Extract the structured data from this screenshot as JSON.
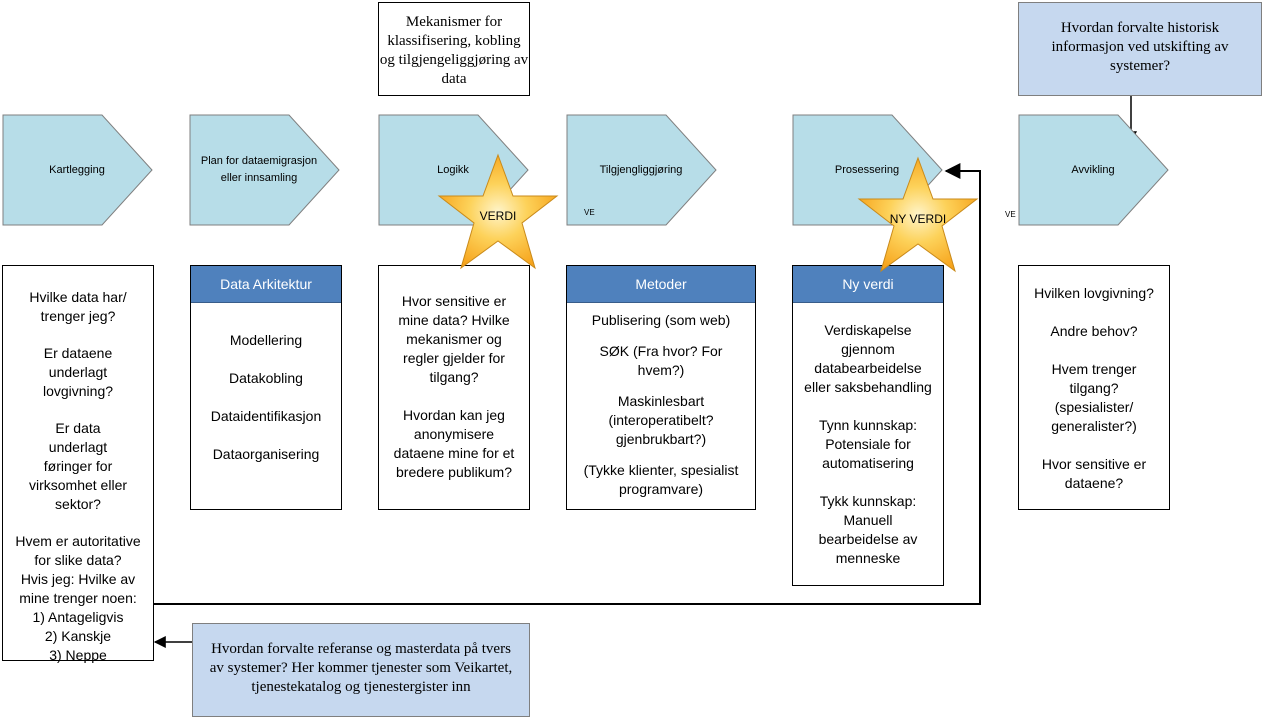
{
  "phases": [
    {
      "id": "kartlegging",
      "label": "Kartlegging",
      "tag": ""
    },
    {
      "id": "plan",
      "label": "Plan for dataemigrasjon eller innsamling",
      "tag": ""
    },
    {
      "id": "logikk",
      "label": "Logikk",
      "tag": ""
    },
    {
      "id": "tilgjengeliggjoring",
      "label": "Tilgjengliggjøring",
      "tag": "VE"
    },
    {
      "id": "prosessering",
      "label": "Prosessering",
      "tag": ""
    },
    {
      "id": "avvikling",
      "label": "Avvikling",
      "tag": ""
    }
  ],
  "stray_tag": "VE",
  "stars": {
    "verdi": "VERDI",
    "ny_verdi": "NY VERDI"
  },
  "top_notes": {
    "mekanismer": "Mekanismer for klassifisering, kobling og tilgjengeliggjøring av data",
    "historisk": "Hvordan forvalte historisk informasjon ved utskifting av systemer?"
  },
  "bottom_note": "Hvordan forvalte referanse og masterdata på tvers av systemer? Her kommer tjenester som Veikartet, tjenestekatalog og tjenestergister inn",
  "boxes": {
    "kartlegging": {
      "paras": [
        "Hvilke data har/ trenger jeg?",
        "Er dataene underlagt lovgivning?",
        "Er data underlagt føringer for virksomhet eller sektor?",
        "Hvem er autoritative for slike data?",
        "Hvis jeg: Hvilke av mine trenger noen:",
        "1) Antageligvis",
        "2) Kanskje",
        "3) Neppe"
      ]
    },
    "arkitektur": {
      "header": "Data Arkitektur",
      "paras": [
        "Modellering",
        "Datakobling",
        "Dataidentifikasjon",
        "Dataorganisering"
      ]
    },
    "logikk": {
      "paras": [
        "Hvor sensitive er mine data? Hvilke mekanismer og regler gjelder for tilgang?",
        "Hvordan kan jeg anonymisere dataene mine for et bredere  publikum?"
      ]
    },
    "metoder": {
      "header": "Metoder",
      "paras": [
        "Publisering (som web)",
        "SØK (Fra hvor? For hvem?)",
        "Maskinlesbart (interoperatibelt? gjenbrukbart?)",
        "(Tykke klienter, spesialist programvare)"
      ]
    },
    "nyverdi": {
      "header": "Ny verdi",
      "paras": [
        "Verdiskapelse gjennom databearbeidelse eller saksbehandling",
        "Tynn kunnskap: Potensiale for automatisering",
        "Tykk kunnskap: Manuell bearbeidelse av menneske"
      ]
    },
    "avvikling": {
      "paras": [
        "Hvilken lovgivning?",
        "Andre behov?",
        "Hvem trenger tilgang? (spesialister/ generalister?)",
        "Hvor sensitive er dataene?"
      ]
    }
  },
  "colors": {
    "arrow_fill": "#b7dde8",
    "header": "#4f81bd",
    "note_fill": "#c6d8ef",
    "star_fill": "#fbb624"
  }
}
